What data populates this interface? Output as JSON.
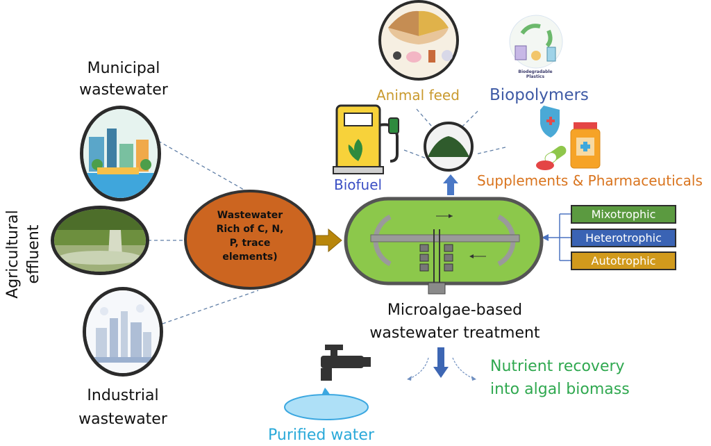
{
  "sources": {
    "municipal": "Municipal\nwastewater",
    "agricultural": "Agricultural\neffluent",
    "industrial": "Industrial\nwastewater"
  },
  "wastewater": "Wastewater\nRich of C, N,\nP, trace\nelements)",
  "process_label": "Microalgae-based\nwastewater treatment",
  "products": {
    "animal_feed": "Animal feed",
    "biopolymers": "Biopolymers",
    "biopolymer_icon_text": "Biodegradable\nPlastics",
    "biofuel": "Biofuel",
    "supplements": "Supplements & Pharmaceuticals"
  },
  "modes": [
    {
      "label": "Mixotrophic",
      "color": "#5b9a40"
    },
    {
      "label": "Heterotrophic",
      "color": "#3a63b4"
    },
    {
      "label": "Autotrophic",
      "color": "#d19a1c"
    }
  ],
  "outputs": {
    "nutrient_recovery": "Nutrient recovery\ninto algal biomass",
    "purified_water": "Purified water"
  },
  "colors": {
    "wastewater_fill": "#cc6520",
    "reactor_fill": "#8cc84b",
    "animal_feed_text": "#c99a2e",
    "biopolymers_text": "#3e5aa5",
    "biofuel_text": "#3b4fc4",
    "supplements_text": "#d9741e",
    "nutrient_text": "#2fa84f",
    "purified_text": "#2aa9d9"
  }
}
